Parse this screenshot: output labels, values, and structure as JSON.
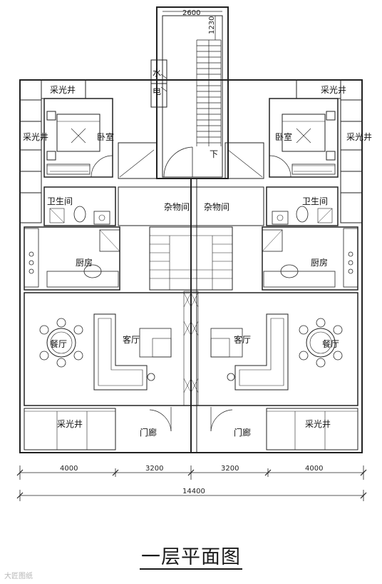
{
  "drawing": {
    "title": "一层平面图",
    "watermark": "大匠图纸"
  },
  "rooms": {
    "light_well": "采光井",
    "bedroom": "卧室",
    "bathroom": "卫生间",
    "kitchen": "厨房",
    "storage": "杂物间",
    "dining": "餐厅",
    "living": "客厅",
    "porch": "门廊",
    "water": "水",
    "electric": "电",
    "stair_down": "下"
  },
  "dimensions": {
    "stair_width": "2600",
    "stair_depth": "1230",
    "seg1": "4000",
    "seg2": "3200",
    "seg3": "3200",
    "seg4": "4000",
    "total": "14400"
  }
}
